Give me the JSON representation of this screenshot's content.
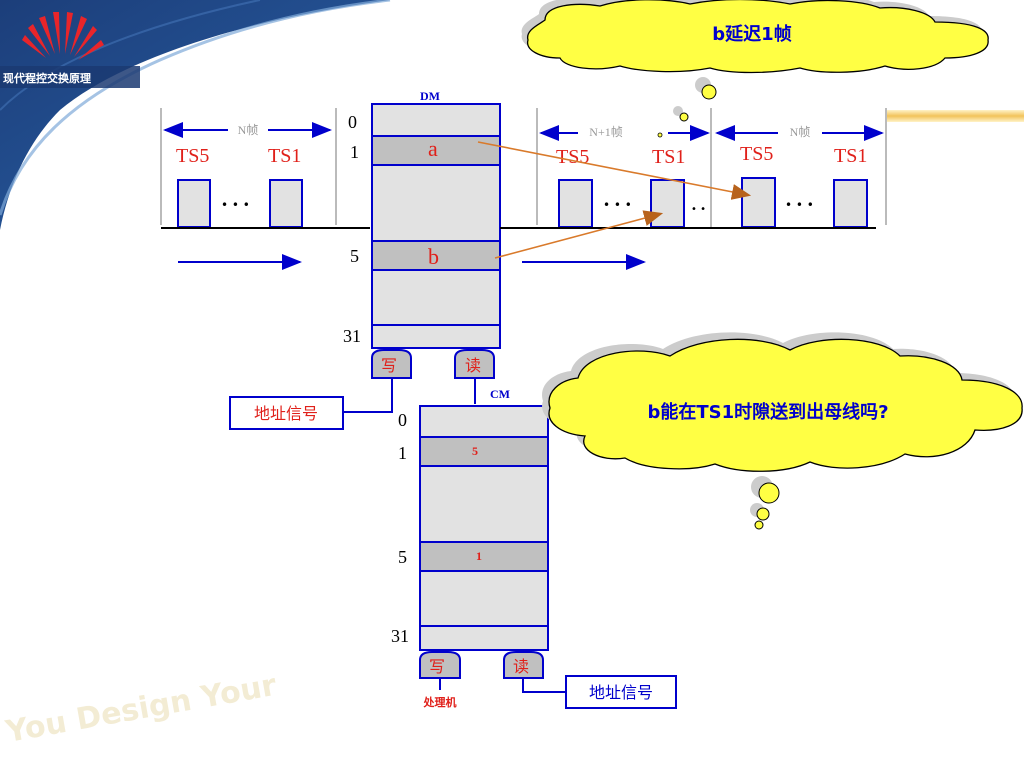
{
  "header": {
    "logo_text": "现代程控交换原理"
  },
  "watermark": "You Design Your",
  "bubbles": {
    "top": "b延迟1帧",
    "middle": "b能在TS1时隙送到出母线吗?"
  },
  "dm": {
    "title": "DM",
    "row_labels": [
      "0",
      "1",
      "5",
      "31"
    ],
    "cell_a": "a",
    "cell_b": "b",
    "write_label": "写",
    "read_label": "读"
  },
  "cm": {
    "title": "CM",
    "row_labels": [
      "0",
      "1",
      "5",
      "31"
    ],
    "cell_1": "5",
    "cell_5": "1",
    "write_label": "写",
    "read_label": "读"
  },
  "address_signal": "地址信号",
  "processor": "处理机",
  "left_frame": {
    "frame_label": "N帧",
    "ts_left": "TS5",
    "ts_right": "TS1",
    "dots": "• • •"
  },
  "right_frame_a": {
    "frame_label": "N+1帧",
    "ts_left": "TS5",
    "ts_right": "TS1",
    "dots": "• • •"
  },
  "right_frame_b": {
    "frame_label": "N帧",
    "ts_left": "TS5",
    "ts_right": "TS1",
    "dots": "• • •"
  },
  "colors": {
    "blue": "#0000cc",
    "red": "#e0201a",
    "gray": "#c0c0c0",
    "cell_bg": "#e2e2e2",
    "bubble": "#ffff44",
    "arrow": "#d97a2b"
  }
}
